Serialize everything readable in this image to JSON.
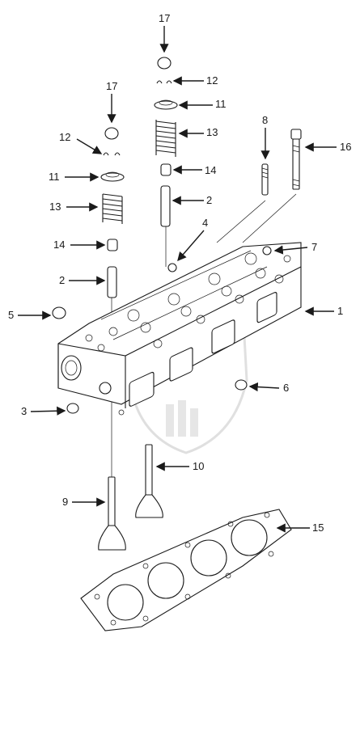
{
  "diagram": {
    "callouts": {
      "c1": "1",
      "c2a": "2",
      "c2b": "2",
      "c3": "3",
      "c4": "4",
      "c5": "5",
      "c6": "6",
      "c7": "7",
      "c8": "8",
      "c9": "9",
      "c10": "10",
      "c11a": "11",
      "c11b": "11",
      "c12a": "12",
      "c12b": "12",
      "c13a": "13",
      "c13b": "13",
      "c14a": "14",
      "c14b": "14",
      "c15": "15",
      "c16": "16",
      "c17a": "17",
      "c17b": "17"
    }
  }
}
